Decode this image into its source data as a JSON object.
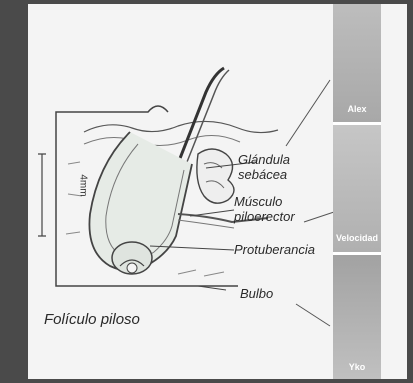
{
  "diagram": {
    "labels": {
      "sebaceous_gland_line1": "Glándula",
      "sebaceous_gland_line2": "sebácea",
      "arrector_muscle_line1": "Músculo",
      "arrector_muscle_line2": "piloerector",
      "bulge": "Protuberancia",
      "bulb": "Bulbo",
      "follicle": "Folículo piloso"
    },
    "scale_label": "4mm"
  },
  "sidebar": {
    "sections": [
      {
        "label": "Alex"
      },
      {
        "label": "Velocidad"
      },
      {
        "label": "Yko"
      }
    ]
  },
  "colors": {
    "background": "#4a4a4a",
    "frame": "#f4f4f4",
    "ink": "#2a2a2a",
    "strip_light": "#c8c8c8",
    "strip_dark": "#9a9a9a"
  }
}
